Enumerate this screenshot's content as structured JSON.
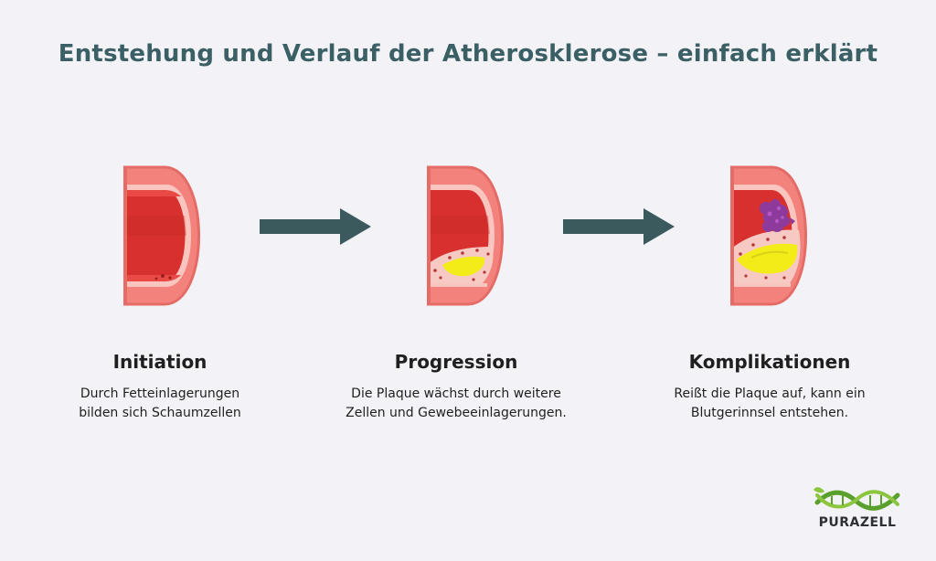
{
  "title": "Entstehung und Verlauf der Atherosklerose – einfach erklärt",
  "stages": [
    {
      "title": "Initiation",
      "desc_line1": "Durch Fetteinlagerungen",
      "desc_line2": "bilden sich Schaumzellen"
    },
    {
      "title": "Progression",
      "desc_line1": "Die Plaque wächst durch weitere",
      "desc_line2": "Zellen und Gewebeeinlagerungen."
    },
    {
      "title": "Komplikationen",
      "desc_line1": "Reißt die Plaque auf, kann ein",
      "desc_line2": "Blutgerinnsel entstehen."
    }
  ],
  "logo": {
    "text": "PURAZELL"
  },
  "colors": {
    "title": "#3a6066",
    "arrow": "#3b5a5e",
    "vessel_outer": "#f3827c",
    "vessel_inner": "#d8302f",
    "plaque": "#f3ec18",
    "clot": "#8e3a9c",
    "logo_green": "#5aa02c"
  }
}
